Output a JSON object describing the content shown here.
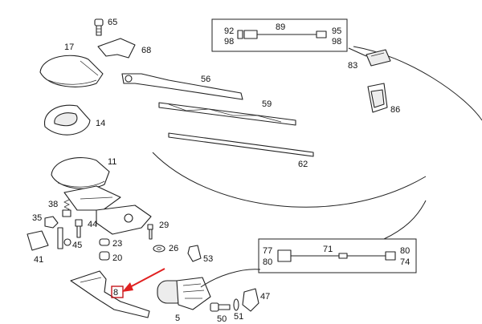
{
  "diagram": {
    "highlight_color": "#e02020",
    "labels": {
      "l65": "65",
      "l68": "68",
      "l17": "17",
      "l14": "14",
      "l56": "56",
      "l59": "59",
      "l62": "62",
      "l11": "11",
      "l38": "38",
      "l35": "35",
      "l44": "44",
      "l29": "29",
      "l45": "45",
      "l41": "41",
      "l23": "23",
      "l26": "26",
      "l20": "20",
      "l53": "53",
      "l8": "8",
      "l5": "5",
      "l50": "50",
      "l51": "51",
      "l47": "47",
      "l92": "92",
      "l98a": "98",
      "l89": "89",
      "l95": "95",
      "l98b": "98",
      "l83": "83",
      "l86": "86",
      "l77": "77",
      "l80a": "80",
      "l71": "71",
      "l80b": "80",
      "l74": "74"
    }
  }
}
